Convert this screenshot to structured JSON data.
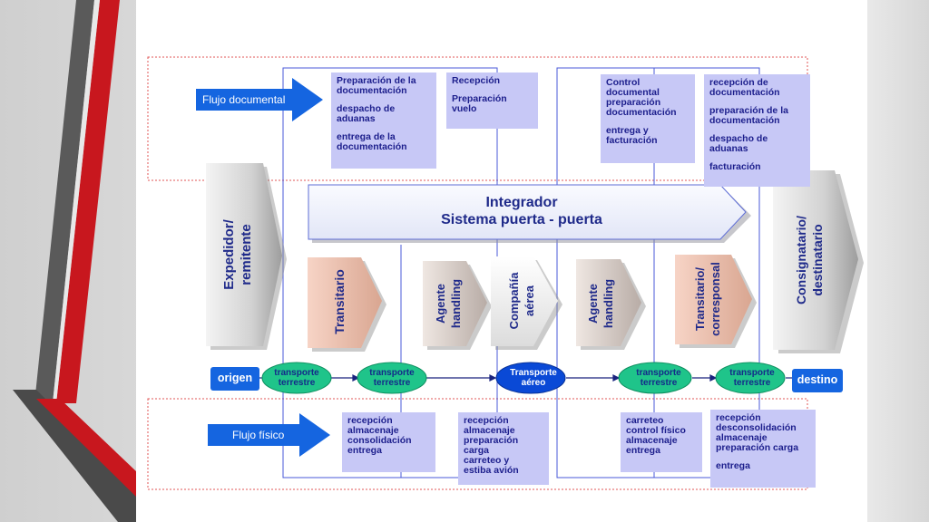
{
  "flows": {
    "documental": "Flujo documental",
    "fisico": "Flujo físico"
  },
  "integrator": {
    "line1": "Integrador",
    "line2": "Sistema puerta - puerta"
  },
  "actors": {
    "expedidor": [
      "Expedidor/",
      "remitente"
    ],
    "transitario": [
      "Transitario"
    ],
    "agente1": [
      "Agente",
      "handling"
    ],
    "compania": [
      "Compañía",
      "aérea"
    ],
    "agente2": [
      "Agente",
      "handling"
    ],
    "transitario2": [
      "Transitario/",
      "corresponsal"
    ],
    "consignatario": [
      "Consignatario/",
      "destinatario"
    ]
  },
  "transport": {
    "origen": "origen",
    "destino": "destino",
    "t1": [
      "transporte",
      "terrestre"
    ],
    "t2": [
      "transporte",
      "terrestre"
    ],
    "t3": [
      "Transporte",
      "aéreo"
    ],
    "t4": [
      "transporte",
      "terrestre"
    ],
    "t5": [
      "transporte",
      "terrestre"
    ]
  },
  "doc_boxes": {
    "b1": [
      "Preparación de la",
      "documentación",
      "",
      "despacho de",
      "aduanas",
      "",
      "entrega de la",
      "documentación"
    ],
    "b2": [
      "Recepción",
      "",
      "Preparación",
      "vuelo"
    ],
    "b3": [
      "Control",
      "documental",
      "preparación",
      "documentación",
      "",
      "entrega y",
      "facturación"
    ],
    "b4": [
      "recepción de",
      "documentación",
      "",
      "preparación de la",
      "documentación",
      "",
      "despacho de",
      "aduanas",
      "",
      "facturación"
    ]
  },
  "phys_boxes": {
    "p1": [
      "recepción",
      "almacenaje",
      "consolidación",
      "entrega"
    ],
    "p2": [
      "recepción",
      "almacenaje",
      "preparación",
      " carga",
      "carreteo y",
      "estiba avión"
    ],
    "p3": [
      "carreteo",
      "control físico",
      "almacenaje",
      "entrega"
    ],
    "p4": [
      "recepción",
      "desconsolidación",
      "almacenaje",
      "preparación carga",
      "",
      "entrega"
    ]
  },
  "colors": {
    "box_fill": "#c7c8f6",
    "box_text": "#1c1e8c",
    "blue_arrow": "#1565e0",
    "ellipse_green": "#1fc48a",
    "ellipse_blue": "#0a49d6",
    "dotted_red": "#e05555",
    "deco_red": "#c8171e",
    "deco_gray": "#5a5a5a"
  }
}
